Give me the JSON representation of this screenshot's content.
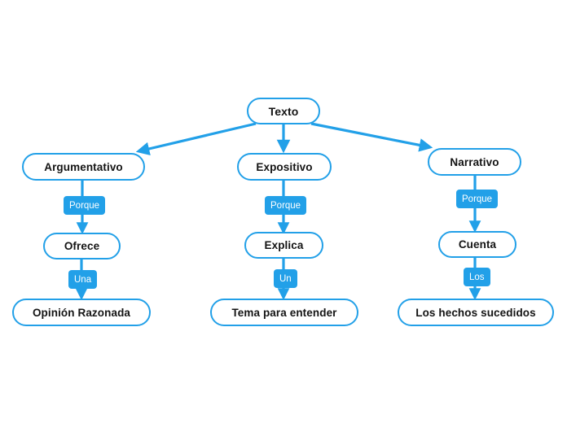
{
  "diagram": {
    "type": "mind-map",
    "title_node": "Texto",
    "accent_color": "#22a0e8",
    "text_color": "#141414",
    "background_color": "#ffffff",
    "root": {
      "label": "Texto"
    },
    "branches": [
      {
        "id": "argumentativo",
        "level1": "Argumentativo",
        "connector1": "Porque",
        "level2": "Ofrece",
        "connector2": "Una",
        "leaf": "Opinión Razonada"
      },
      {
        "id": "expositivo",
        "level1": "Expositivo",
        "connector1": "Porque",
        "level2": "Explica",
        "connector2": "Un",
        "leaf": "Tema para entender"
      },
      {
        "id": "narrativo",
        "level1": "Narrativo",
        "connector1": "Porque",
        "level2": "Cuenta",
        "connector2": "Los",
        "leaf": "Los hechos sucedidos"
      }
    ]
  }
}
